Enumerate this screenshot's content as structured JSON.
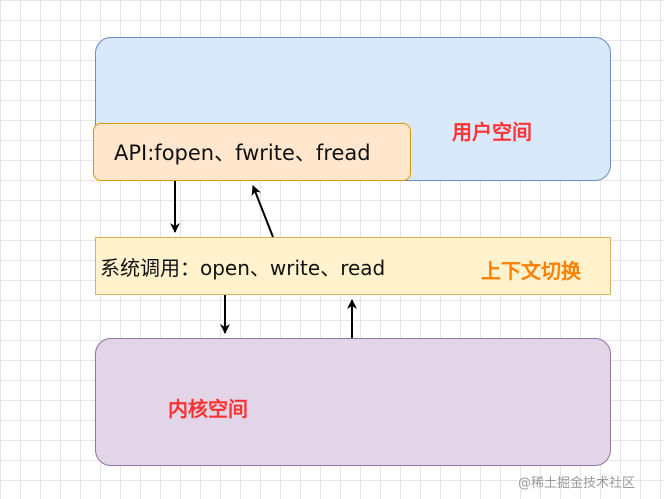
{
  "diagram": {
    "user_space_label": "用户空间",
    "api_text": "API:fopen、fwrite、fread",
    "syscall_text": "系统调用：open、write、read",
    "context_switch_label": "上下文切换",
    "kernel_space_label": "内核空间"
  },
  "watermark": "@稀土掘金技术社区",
  "colors": {
    "user_space_fill": "#dae8fc",
    "api_fill": "#ffe6cc",
    "syscall_fill": "#fff2cc",
    "kernel_space_fill": "#e1d5e7",
    "label_red": "#ff3333",
    "label_orange": "#ff8000"
  }
}
